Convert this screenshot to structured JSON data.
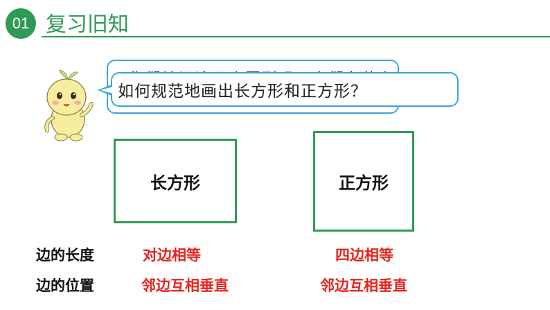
{
  "header": {
    "badge": "01",
    "title": "复习旧知"
  },
  "speech": {
    "back_text": "你们认识这两个图形吗？它们有什么特征呢？",
    "front_text": "如何规范地画出长方形和正方形？"
  },
  "shapes": {
    "rectangle_label": "长方形",
    "square_label": "正方形"
  },
  "table": {
    "row1_label": "边的长度",
    "row2_label": "边的位置",
    "rect_row1": "对边相等",
    "rect_row2": "邻边互相垂直",
    "square_row1": "四边相等",
    "square_row2": "邻边互相垂直"
  },
  "colors": {
    "accent_green": "#2f9a55",
    "bubble_blue": "#3aa6d9",
    "answer_red": "#e8231c"
  }
}
